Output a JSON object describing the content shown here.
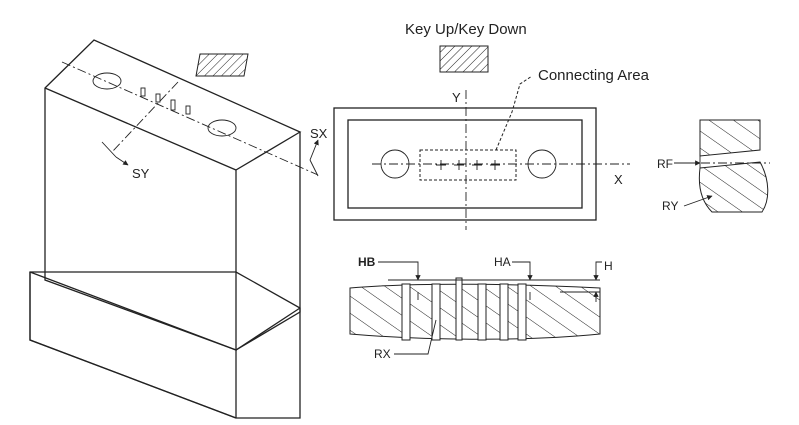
{
  "labels": {
    "key_up_down": "Key Up/Key Down",
    "connecting_area": "Connecting Area",
    "y_axis": "Y",
    "x_axis": "X",
    "sx": "SX",
    "sy": "SY",
    "rf": "RF",
    "ry": "RY",
    "hb": "HB",
    "ha": "HA",
    "h": "H",
    "rx": "RX"
  },
  "colors": {
    "line": "#222222",
    "background": "#ffffff"
  }
}
